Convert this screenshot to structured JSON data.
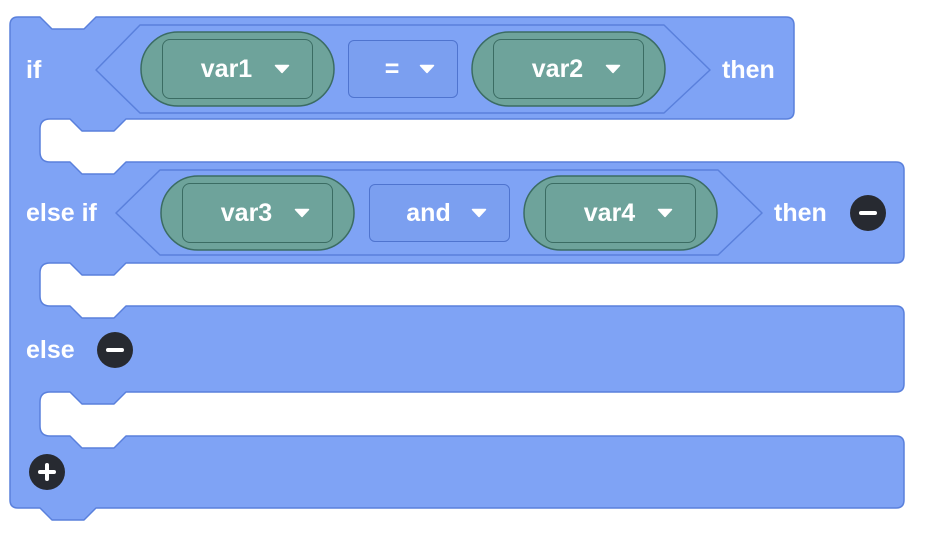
{
  "block": {
    "if_label": "if",
    "then_label": "then",
    "else_if_label": "else if",
    "else_label": "else",
    "condition1": {
      "left": "var1",
      "operator": "=",
      "right": "var2"
    },
    "condition2": {
      "left": "var3",
      "operator": "and",
      "right": "var4"
    }
  },
  "colors": {
    "block": "#7fa3f5",
    "block_border": "#5a80dc",
    "variable": "#6ea39b",
    "variable_border": "#3b6c63",
    "button": "#272a31"
  },
  "icons": {
    "dropdown": "caret-down-icon",
    "remove": "minus-circle-icon",
    "add": "plus-circle-icon"
  }
}
